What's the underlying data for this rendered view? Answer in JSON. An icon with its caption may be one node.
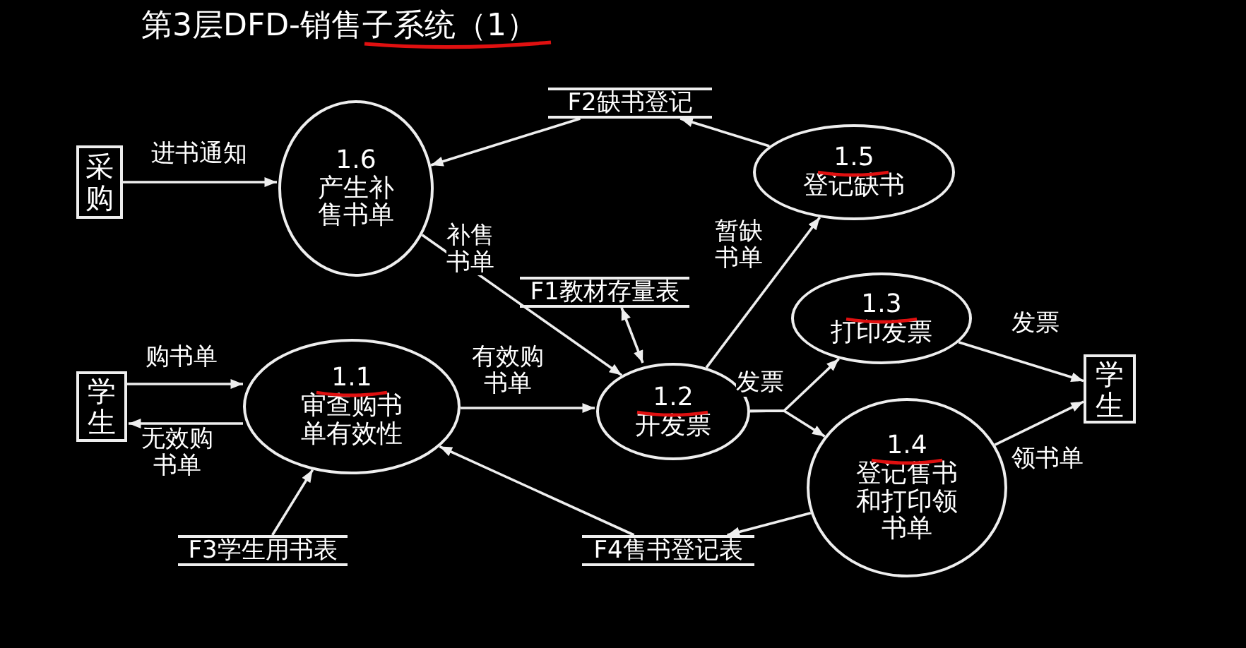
{
  "diagram": {
    "title": "第3层DFD-销售子系统（1）",
    "nodes": [
      {
        "text": [
          "采购"
        ]
      },
      {
        "text": [
          "1.6",
          "产生补售书单"
        ]
      },
      {
        "text": [
          "F2缺书登记"
        ]
      },
      {
        "text": [
          "1.5",
          "登记缺书"
        ]
      },
      {
        "text": [
          "F1教材存量表"
        ]
      },
      {
        "text": [
          "学生"
        ]
      },
      {
        "text": [
          "1.1",
          "审查购书单有效性"
        ]
      },
      {
        "text": [
          "1.2",
          "开发票"
        ]
      },
      {
        "text": [
          "1.3",
          "打印发票"
        ]
      },
      {
        "text": [
          "1.4",
          "登记售书和打印领书单"
        ]
      },
      {
        "text": [
          "学生"
        ]
      },
      {
        "text": [
          "F3学生用书表"
        ]
      },
      {
        "text": [
          "F4售书登记表"
        ]
      }
    ],
    "edges": [
      {
        "from": 0,
        "to": 1,
        "arrow": "to",
        "label": "进书通知"
      },
      {
        "from": 2,
        "to": 1,
        "arrow": "to"
      },
      {
        "from": 3,
        "to": 2,
        "arrow": "to"
      },
      {
        "from": 1,
        "to": 7,
        "arrow": "to",
        "label": "补售书单"
      },
      {
        "from": 7,
        "to": 3,
        "arrow": "to",
        "label": "暂缺书单"
      },
      {
        "from": 7,
        "to": 4,
        "arrow": "both"
      },
      {
        "from": 5,
        "to": 6,
        "arrow": "to",
        "label": "购书单"
      },
      {
        "from": 6,
        "to": 5,
        "arrow": "to",
        "label": "无效购书单"
      },
      {
        "from": 6,
        "to": 7,
        "arrow": "to",
        "label": "有效购书单"
      },
      {
        "from": 11,
        "to": 6,
        "arrow": "to"
      },
      {
        "from": 12,
        "to": 6,
        "arrow": "to"
      },
      {
        "from": 9,
        "to": 12,
        "arrow": "to"
      },
      {
        "from": 7,
        "to": 8,
        "arrow": "to",
        "label": "发票"
      },
      {
        "from": 7,
        "to": 9,
        "arrow": "to"
      },
      {
        "from": 8,
        "to": 10,
        "arrow": "to",
        "label": "发票"
      },
      {
        "from": 9,
        "to": 10,
        "arrow": "to",
        "label": "领书单"
      }
    ]
  }
}
